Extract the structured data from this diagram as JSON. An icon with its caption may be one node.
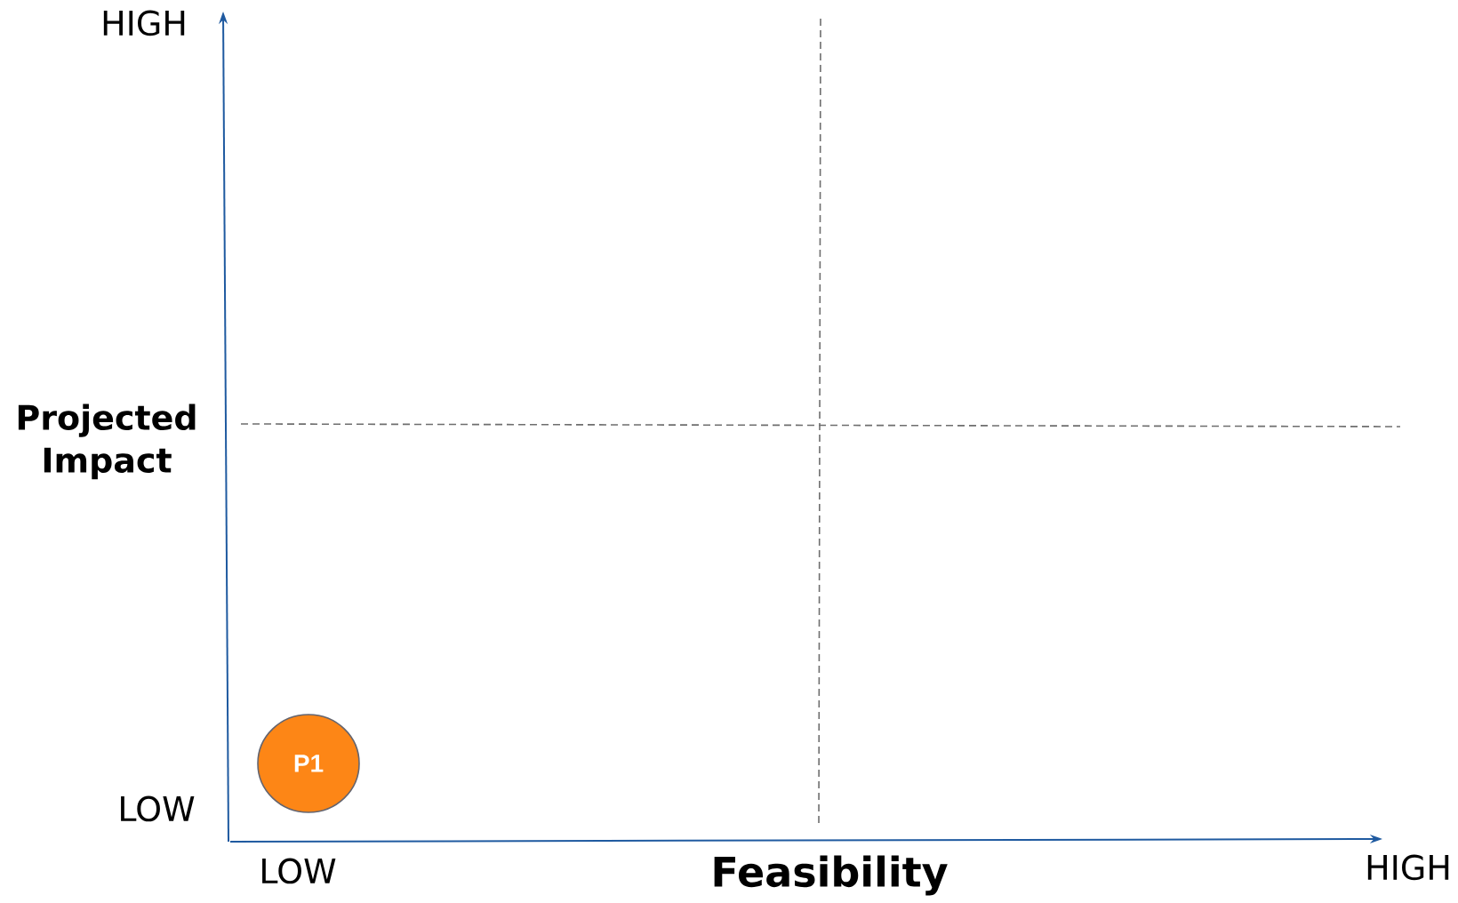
{
  "diagram": {
    "nodes": [
      {
        "text": [
          "P1"
        ]
      }
    ],
    "labels": [
      "HIGH",
      "Projected Impact",
      "LOW",
      "LOW",
      "Feasibility",
      "HIGH"
    ]
  }
}
